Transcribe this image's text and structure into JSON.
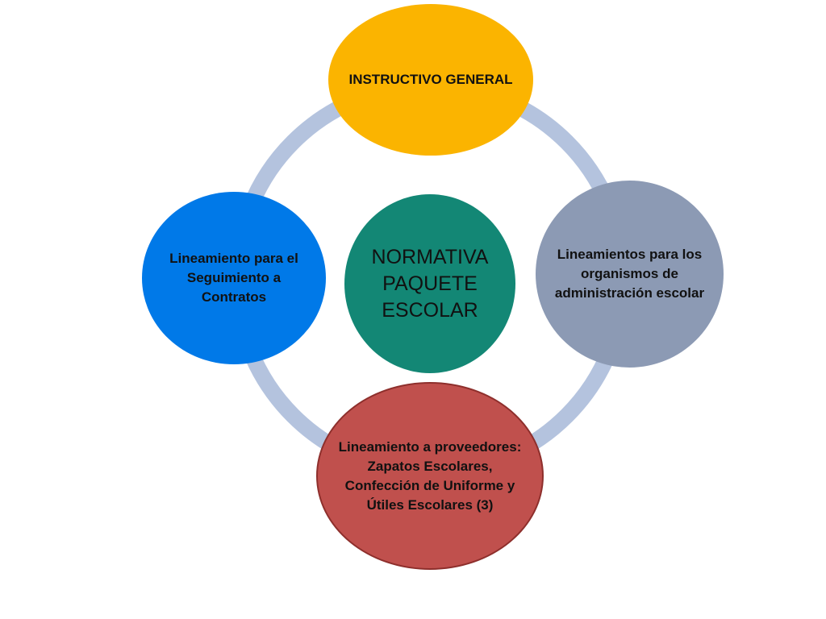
{
  "diagram": {
    "center": {
      "label": "NORMATIVA\nPAQUETE\nESCOLAR",
      "color": "#138775"
    },
    "nodes": {
      "top": {
        "label": "INSTRUCTIVO GENERAL",
        "color": "#fbb400"
      },
      "right": {
        "label": "Lineamientos  para los\norganismos de\nadministración escolar",
        "color": "#8c9ab4"
      },
      "bottom": {
        "label": "Lineamiento a proveedores:\nZapatos Escolares,\nConfección de Uniforme y\nÚtiles Escolares (3)",
        "color": "#c0504d"
      },
      "left": {
        "label": "Lineamiento para el\nSeguimiento a\nContratos",
        "color": "#0079e8"
      }
    },
    "ring_color": "#b4c3de"
  }
}
